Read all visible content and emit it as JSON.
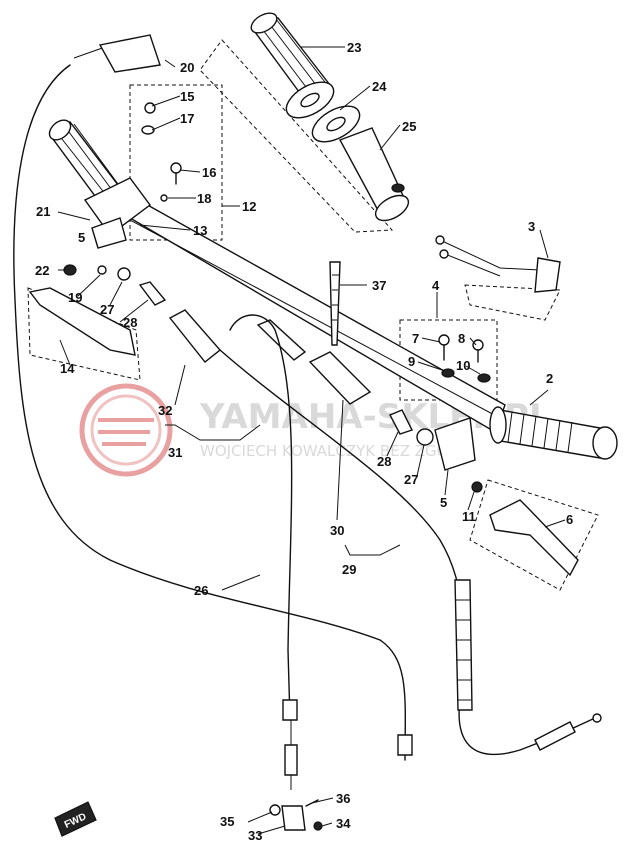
{
  "diagram": {
    "labels": [
      {
        "id": "p2",
        "text": "2"
      },
      {
        "id": "p3",
        "text": "3"
      },
      {
        "id": "p4",
        "text": "4"
      },
      {
        "id": "p5a",
        "text": "5"
      },
      {
        "id": "p5b",
        "text": "5"
      },
      {
        "id": "p6",
        "text": "6"
      },
      {
        "id": "p7",
        "text": "7"
      },
      {
        "id": "p8",
        "text": "8"
      },
      {
        "id": "p9",
        "text": "9"
      },
      {
        "id": "p10",
        "text": "10"
      },
      {
        "id": "p11",
        "text": "11"
      },
      {
        "id": "p12",
        "text": "12"
      },
      {
        "id": "p13",
        "text": "13"
      },
      {
        "id": "p14",
        "text": "14"
      },
      {
        "id": "p15",
        "text": "15"
      },
      {
        "id": "p16",
        "text": "16"
      },
      {
        "id": "p17",
        "text": "17"
      },
      {
        "id": "p18",
        "text": "18"
      },
      {
        "id": "p19",
        "text": "19"
      },
      {
        "id": "p20",
        "text": "20"
      },
      {
        "id": "p21",
        "text": "21"
      },
      {
        "id": "p22",
        "text": "22"
      },
      {
        "id": "p23",
        "text": "23"
      },
      {
        "id": "p24",
        "text": "24"
      },
      {
        "id": "p25",
        "text": "25"
      },
      {
        "id": "p26",
        "text": "26"
      },
      {
        "id": "p27a",
        "text": "27"
      },
      {
        "id": "p27b",
        "text": "27"
      },
      {
        "id": "p28a",
        "text": "28"
      },
      {
        "id": "p28b",
        "text": "28"
      },
      {
        "id": "p29",
        "text": "29"
      },
      {
        "id": "p30",
        "text": "30"
      },
      {
        "id": "p31",
        "text": "31"
      },
      {
        "id": "p32",
        "text": "32"
      },
      {
        "id": "p33",
        "text": "33"
      },
      {
        "id": "p34",
        "text": "34"
      },
      {
        "id": "p35",
        "text": "35"
      },
      {
        "id": "p36",
        "text": "36"
      },
      {
        "id": "p37",
        "text": "37"
      }
    ],
    "fwd_badge": "FWD"
  },
  "watermark": {
    "brand": "YAMAHA-SKLEP.PL",
    "owner": "WOJCIECH KOWALCZYK BEZ ZGODY"
  },
  "colors": {
    "ink": "#111111",
    "watermark": "#d9d9d9",
    "logo_red": "#e8a0a0"
  }
}
